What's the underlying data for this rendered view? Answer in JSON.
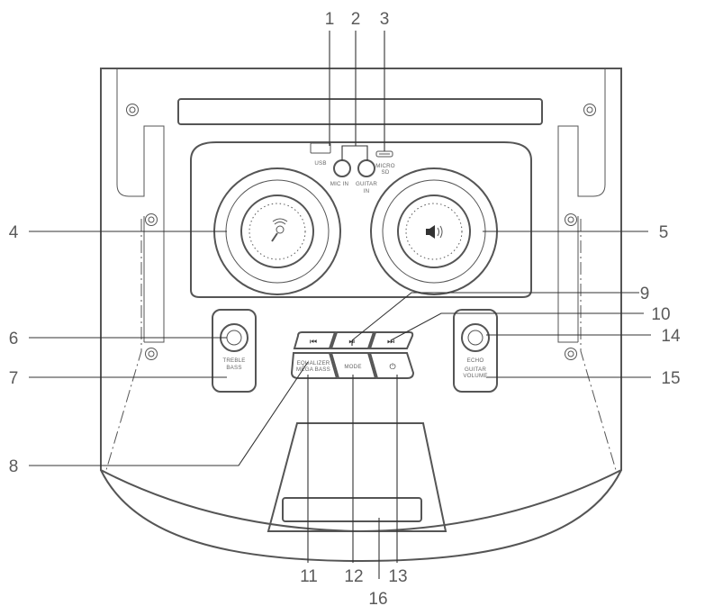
{
  "callouts": [
    "1",
    "2",
    "3",
    "4",
    "5",
    "6",
    "7",
    "8",
    "9",
    "10",
    "11",
    "12",
    "13",
    "14",
    "15",
    "16"
  ],
  "labels": {
    "usb": "USB",
    "mic_in": "MIC IN",
    "guitar_in_1": "GUITAR",
    "guitar_in_2": "IN",
    "micro_sd_1": "MICRO",
    "micro_sd_2": "SD",
    "treble": "TREBLE",
    "bass": "BASS",
    "echo": "ECHO",
    "guitar_volume_1": "GUITAR",
    "guitar_volume_2": "VOLUME",
    "equalizer": "EQUALIZER",
    "mega_bass": "MEGA BASS",
    "mode": "MODE"
  },
  "icons": {
    "prev": "⏮",
    "play_pause": "⏯",
    "next": "⏭",
    "power": "⏻"
  }
}
